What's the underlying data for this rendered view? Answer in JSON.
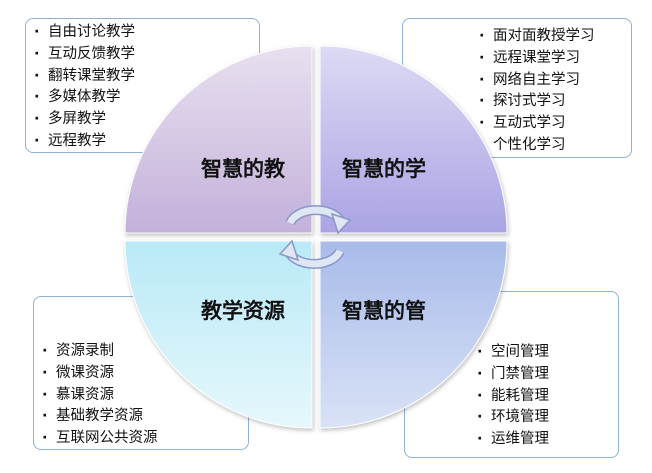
{
  "quadrants": {
    "top_left": "智慧的教",
    "top_right": "智慧的学",
    "bottom_left": "教学资源",
    "bottom_right": "智慧的管"
  },
  "lists": {
    "top_left": [
      "自由讨论教学",
      "互动反馈教学",
      "翻转课堂教学",
      "多媒体教学",
      "多屏教学",
      "远程教学"
    ],
    "top_right": [
      "面对面教授学习",
      "远程课堂学习",
      "网络自主学习",
      "探讨式学习",
      "互动式学习",
      "个性化学习"
    ],
    "bottom_left": [
      "资源录制",
      "微课资源",
      "慕课资源",
      "基础教学资源",
      "互联网公共资源"
    ],
    "bottom_right": [
      "空间管理",
      "门禁管理",
      "能耗管理",
      "环境管理",
      "运维管理"
    ]
  },
  "colors": {
    "top_left": "#c9b8de",
    "top_right": "#b8b3e8",
    "bottom_left": "#c2eef8",
    "bottom_right": "#b5c6ee",
    "border": "#8fb1d6",
    "cycle_arrows": "#cfd9ec"
  },
  "icons": [
    "cycle-arrows-icon"
  ]
}
